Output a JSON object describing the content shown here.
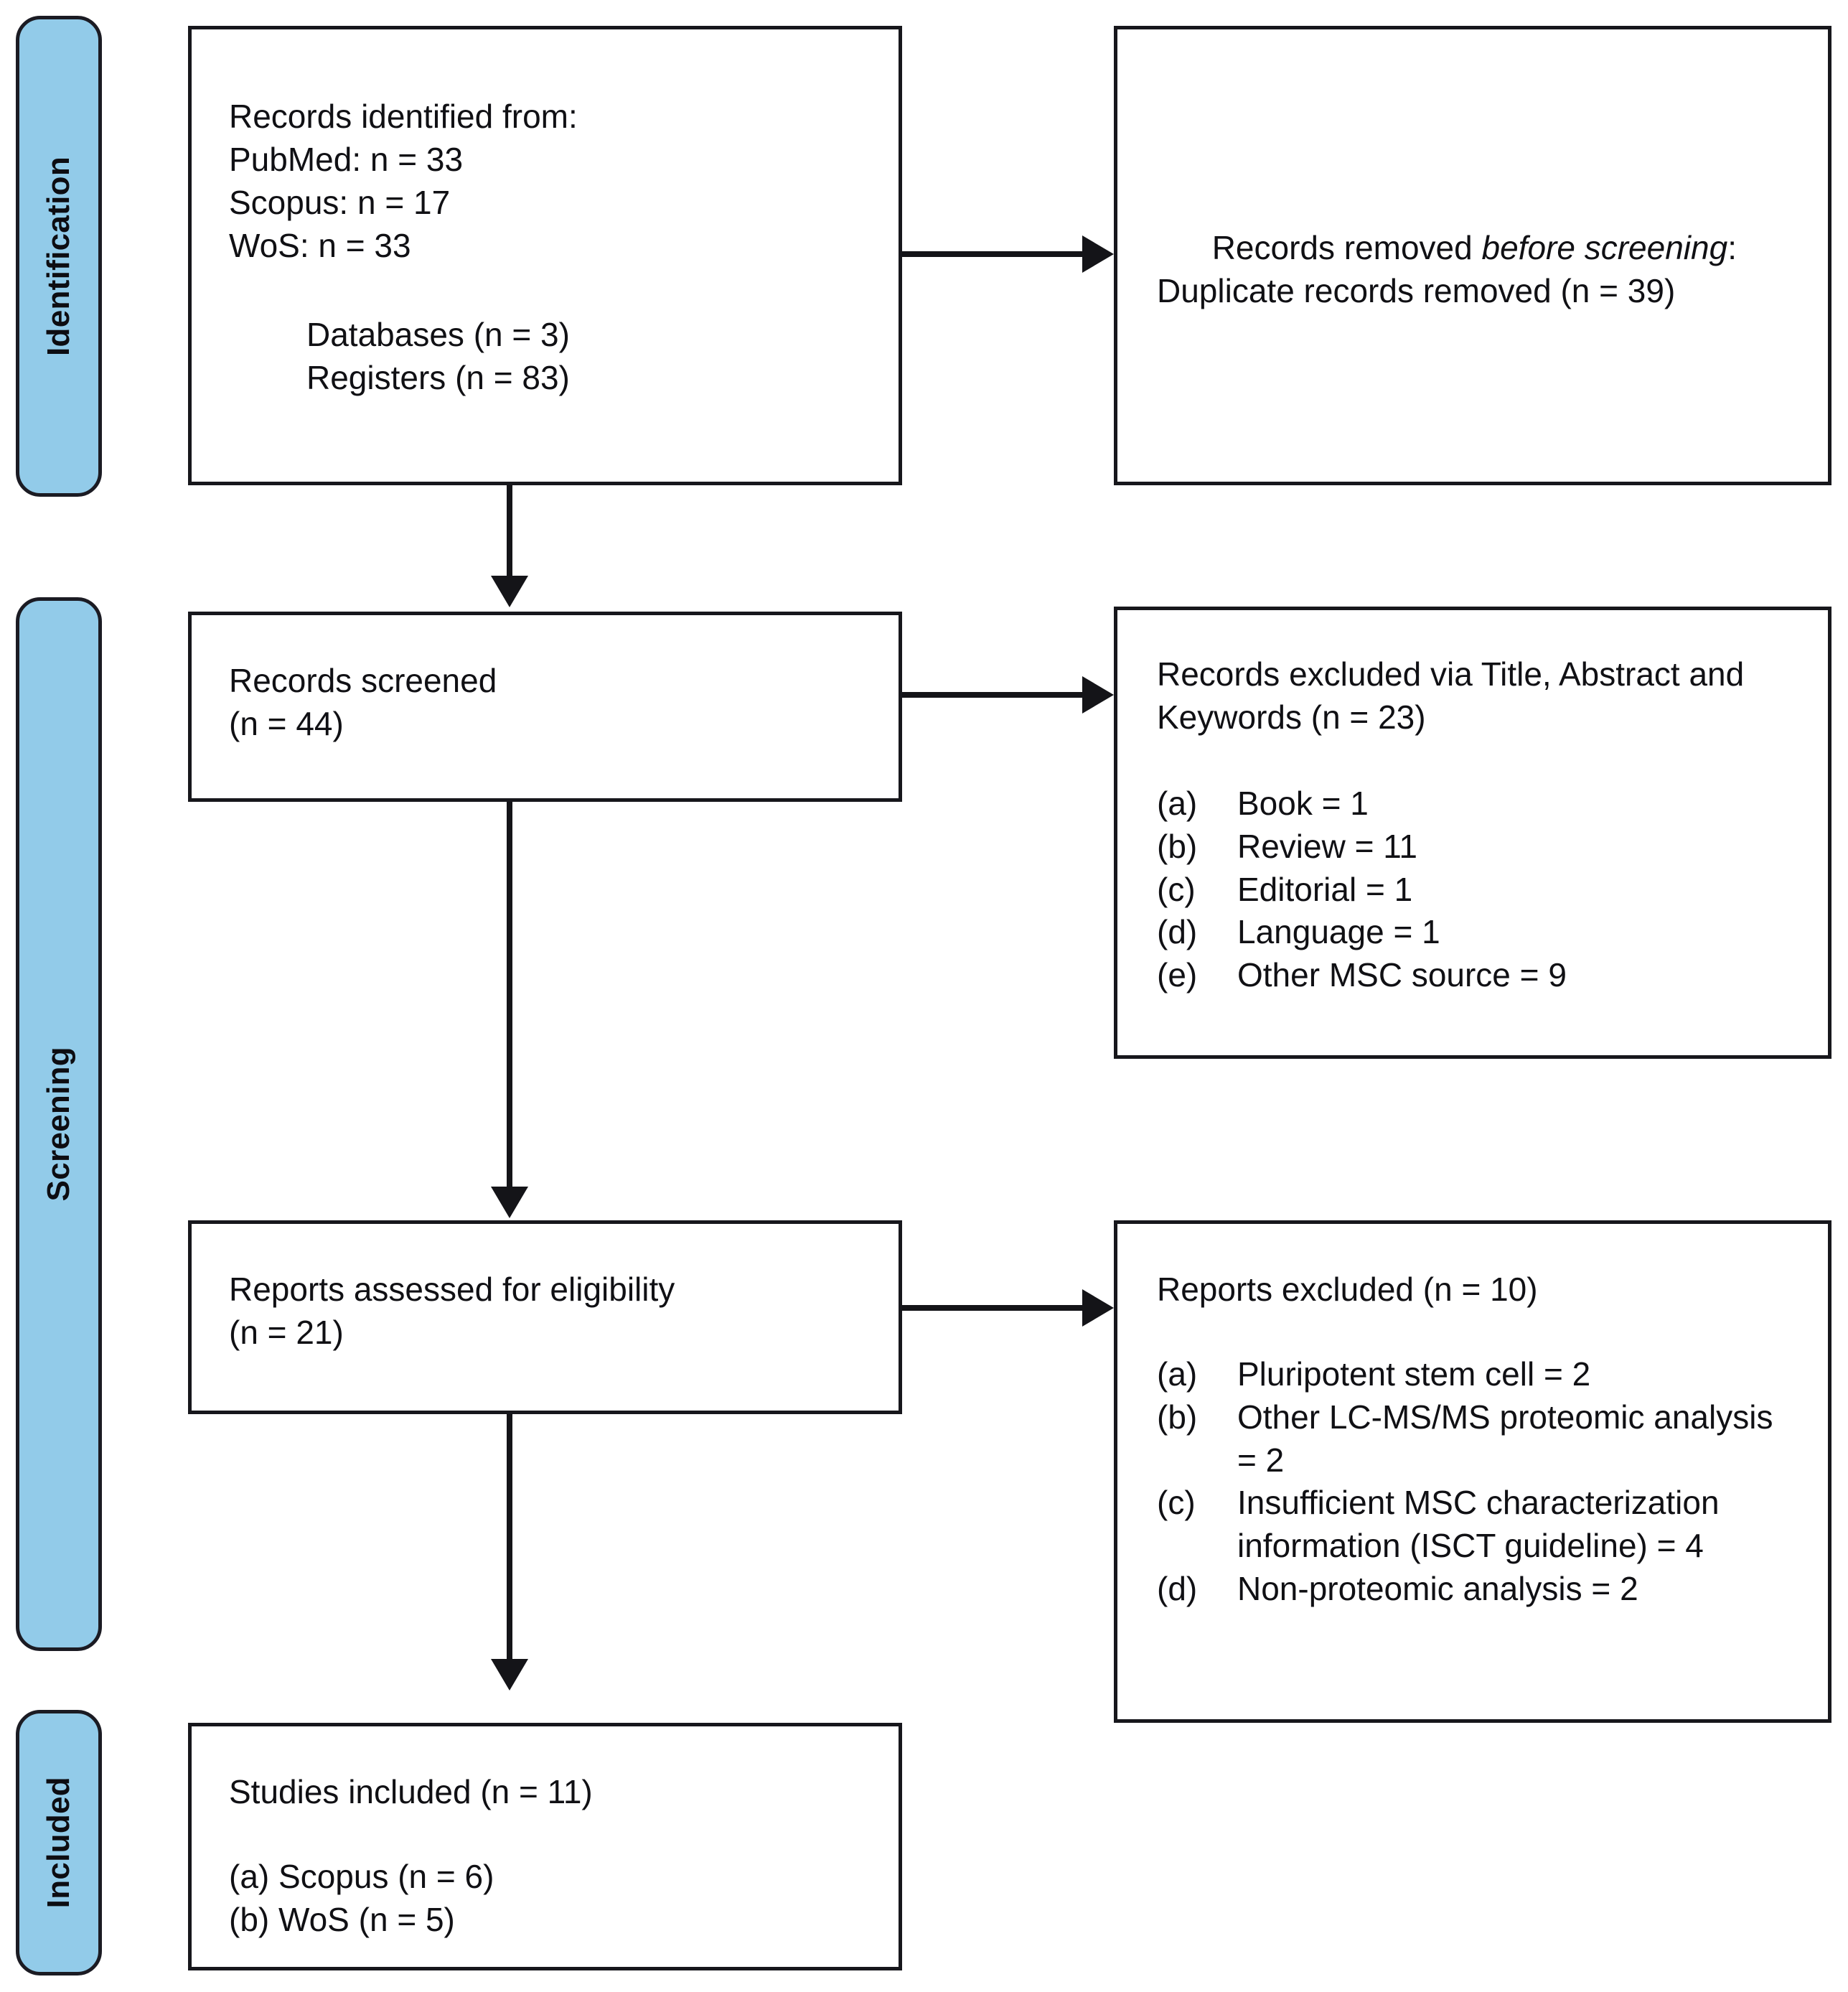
{
  "diagram": {
    "title": "PRISMA flow diagram",
    "accent_color": "#92CBE9",
    "line_color": "#141418",
    "border_color": "#17171c"
  },
  "stages": [
    {
      "id": "identification",
      "label": "Identification"
    },
    {
      "id": "screening",
      "label": "Screening"
    },
    {
      "id": "included",
      "label": "Included"
    }
  ],
  "boxes": {
    "records_identified": {
      "heading": "Records identified from:",
      "lines": [
        "PubMed: n = 33",
        "Scopus: n = 17",
        "WoS: n = 33"
      ],
      "sub_lines": [
        "Databases (n = 3)",
        "Registers (n = 83)"
      ]
    },
    "records_removed": {
      "text_before_italic": "Records removed ",
      "italic_text": "before screening",
      "text_after_italic": ": Duplicate records removed (n = 39)"
    },
    "records_screened": {
      "line1": "Records screened",
      "line2": "(n = 44)"
    },
    "records_excluded": {
      "heading": "Records excluded via Title, Abstract and Keywords (n = 23)",
      "items": [
        {
          "marker": "(a)",
          "text": "Book = 1"
        },
        {
          "marker": "(b)",
          "text": "Review = 11"
        },
        {
          "marker": "(c)",
          "text": "Editorial = 1"
        },
        {
          "marker": "(d)",
          "text": "Language = 1"
        },
        {
          "marker": "(e)",
          "text": "Other MSC source = 9"
        }
      ]
    },
    "reports_assessed": {
      "line1": "Reports assessed for eligibility",
      "line2": "(n = 21)"
    },
    "reports_excluded": {
      "heading": "Reports excluded (n = 10)",
      "items": [
        {
          "marker": "(a)",
          "text": "Pluripotent stem cell = 2"
        },
        {
          "marker": "(b)",
          "text": "Other LC-MS/MS proteomic analysis = 2"
        },
        {
          "marker": "(c)",
          "text": "Insufficient MSC characterization information (ISCT guideline) = 4"
        },
        {
          "marker": "(d)",
          "text": "Non-proteomic analysis = 2"
        }
      ]
    },
    "studies_included": {
      "heading": "Studies included (n = 11)",
      "items": [
        {
          "marker": "(a)",
          "text": "Scopus (n = 6)"
        },
        {
          "marker": "(b)",
          "text": "WoS (n = 5)"
        }
      ]
    }
  }
}
